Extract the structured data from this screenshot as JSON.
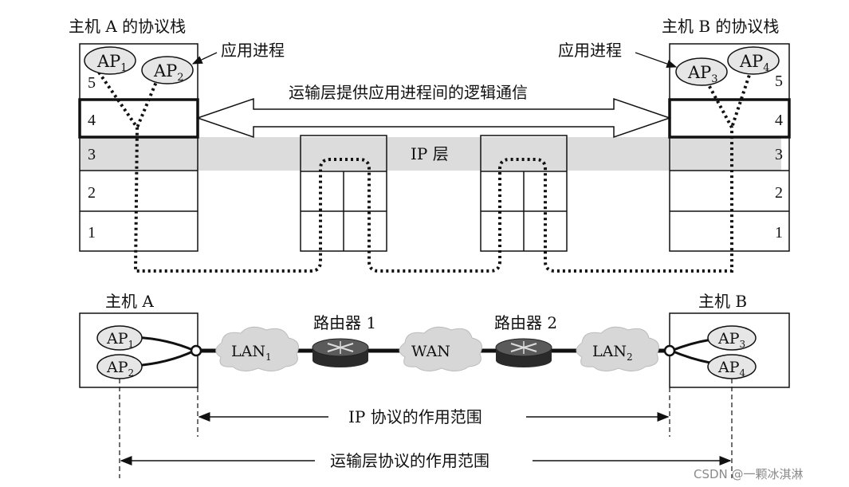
{
  "host_a_stack_title": "主机 A 的协议栈",
  "host_b_stack_title": "主机 B 的协议栈",
  "app_process_label_left": "应用进程",
  "app_process_label_right": "应用进程",
  "transport_comm_label": "运输层提供应用进程间的逻辑通信",
  "ip_layer_label": "IP 层",
  "layer_numbers": [
    "5",
    "4",
    "3",
    "2",
    "1"
  ],
  "processes": {
    "ap1": {
      "base": "AP",
      "sub": "1"
    },
    "ap2": {
      "base": "AP",
      "sub": "2"
    },
    "ap3": {
      "base": "AP",
      "sub": "3"
    },
    "ap4": {
      "base": "AP",
      "sub": "4"
    }
  },
  "host_a_label": "主机 A",
  "host_b_label": "主机 B",
  "lan1": {
    "base": "LAN",
    "sub": "1"
  },
  "lan2": {
    "base": "LAN",
    "sub": "2"
  },
  "wan_label": "WAN",
  "router1_label": "路由器 1",
  "router2_label": "路由器 2",
  "ip_scope_label": "IP 协议的作用范围",
  "transport_scope_label": "运输层协议的作用范围",
  "watermark": "CSDN @一颗冰淇淋",
  "colors": {
    "line": "#111111",
    "band": "#dcdcdc",
    "cloud": "#d7d7d7",
    "router": "#2a2a2a",
    "watermark": "#8a8a8a"
  },
  "icons": {
    "router": "router-icon",
    "cloud": "network-cloud-icon",
    "interface": "interface-circle-icon"
  }
}
